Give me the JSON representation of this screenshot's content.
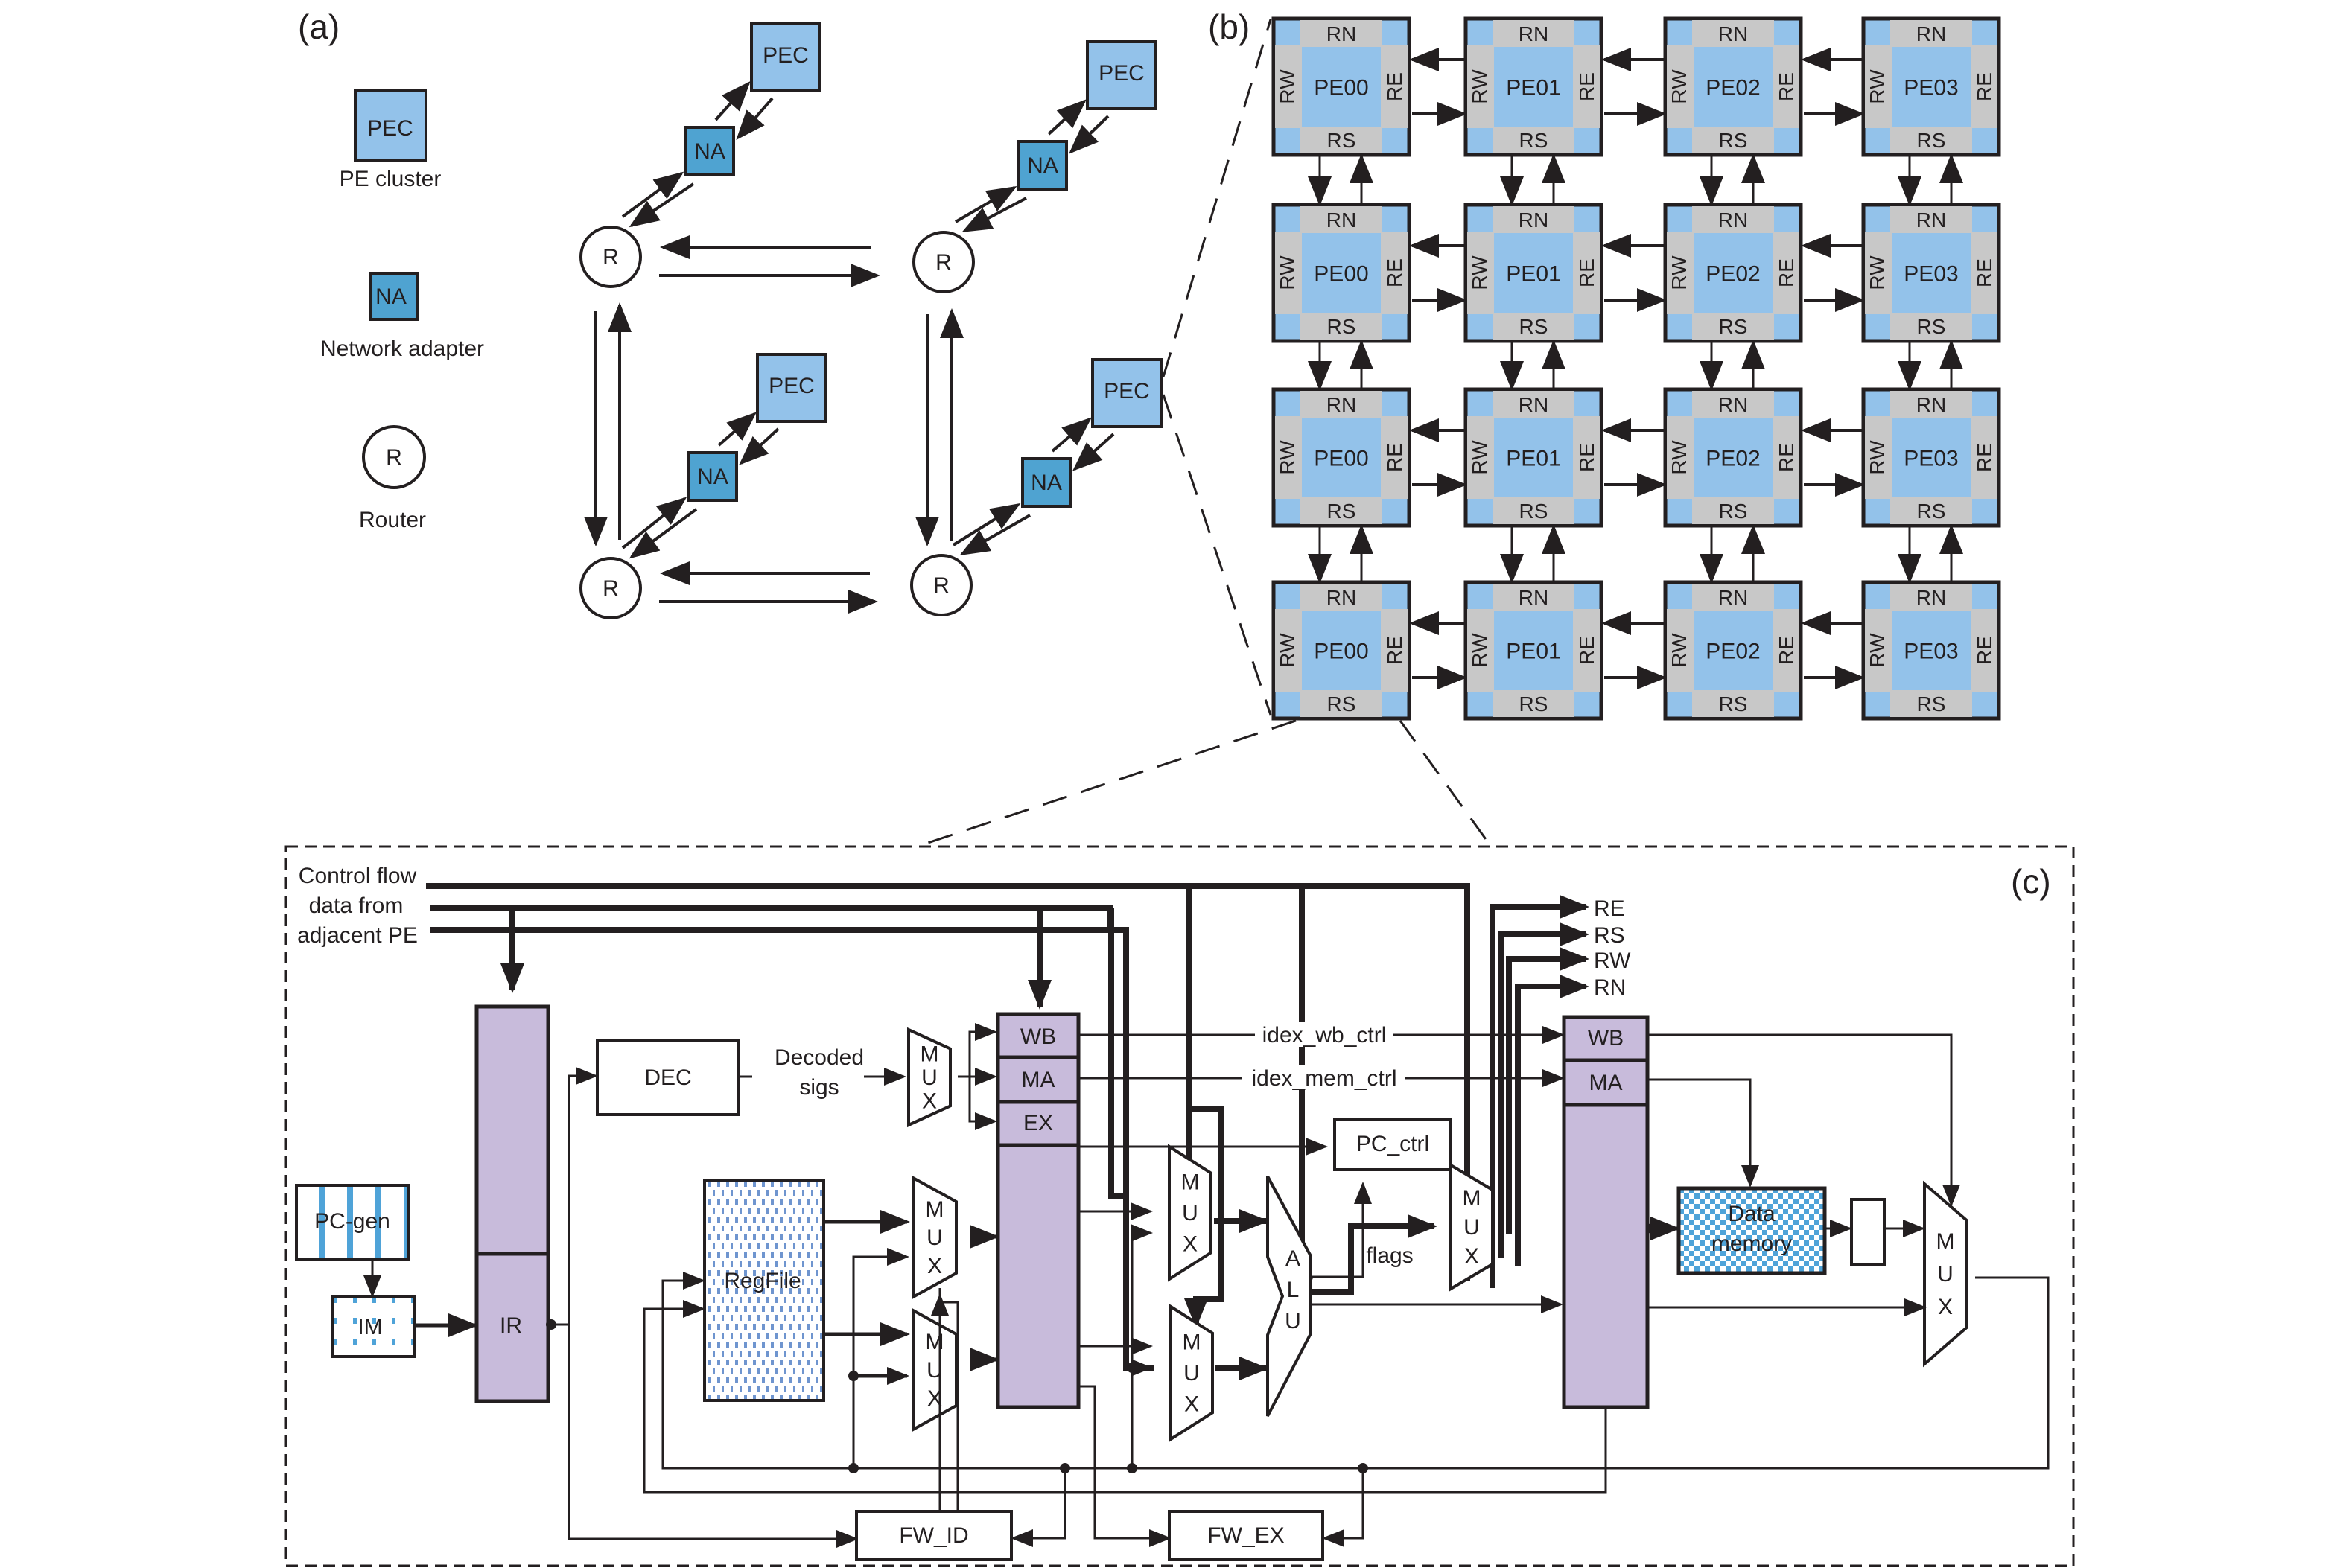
{
  "panel_a": {
    "label": "(a)",
    "legend": [
      {
        "symbol": "PEC",
        "caption": "PE cluster"
      },
      {
        "symbol": "NA",
        "caption": "Network adapter"
      },
      {
        "symbol": "R",
        "caption": "Router"
      }
    ],
    "routers": [
      "R",
      "R",
      "R",
      "R"
    ],
    "adapters": [
      "NA",
      "NA",
      "NA",
      "NA"
    ],
    "clusters": [
      "PEC",
      "PEC",
      "PEC",
      "PEC"
    ]
  },
  "panel_b": {
    "label": "(b)",
    "ports": {
      "north": "RN",
      "south": "RS",
      "west": "RW",
      "east": "RE"
    },
    "rows": [
      [
        "PE00",
        "PE01",
        "PE02",
        "PE03"
      ],
      [
        "PE00",
        "PE01",
        "PE02",
        "PE03"
      ],
      [
        "PE00",
        "PE01",
        "PE02",
        "PE03"
      ],
      [
        "PE00",
        "PE01",
        "PE02",
        "PE03"
      ]
    ]
  },
  "panel_c": {
    "label": "(c)",
    "input_label": [
      "Control flow",
      "data from",
      "adjacent PE"
    ],
    "outputs": [
      "RE",
      "RS",
      "RW",
      "RN"
    ],
    "blocks": {
      "pc_gen": "PC-gen",
      "im": "IM",
      "ir": "IR",
      "dec": "DEC",
      "decoded": [
        "Decoded",
        "sigs"
      ],
      "regfile": "RegFile",
      "idex_stages": [
        "WB",
        "MA",
        "EX"
      ],
      "exmem_stages": [
        "WB",
        "MA"
      ],
      "pc_ctrl": "PC_ctrl",
      "alu": [
        "A",
        "L",
        "U"
      ],
      "flags": "flags",
      "mux": [
        "M",
        "U",
        "X"
      ],
      "data_memory": [
        "Data",
        "memory"
      ],
      "fw_id": "FW_ID",
      "fw_ex": "FW_EX"
    },
    "signals": {
      "wb_ctrl": "idex_wb_ctrl",
      "mem_ctrl": "idex_mem_ctrl"
    }
  },
  "colors": {
    "pec": "#93c2ea",
    "na": "#4fa3d1",
    "port_grey": "#c8c8c8",
    "pipeline_reg": "#c8bbdb",
    "stroke": "#231f20",
    "pattern_blue": "#4fa3d8",
    "regfile_dots": "#6f95cf"
  }
}
